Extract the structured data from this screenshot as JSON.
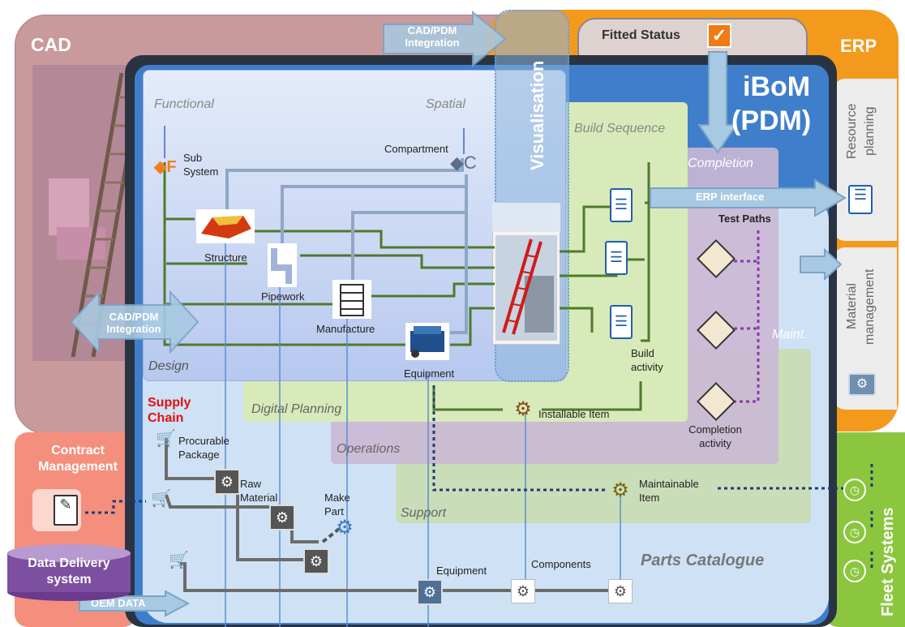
{
  "cad": {
    "title": "CAD"
  },
  "erp": {
    "title": "ERP",
    "resource_planning": "Resource planning",
    "material_management": "Material management"
  },
  "fleet": {
    "title": "Fleet Systems"
  },
  "contract": {
    "title": "Contract Management"
  },
  "data_delivery": {
    "title": "Data Delivery system"
  },
  "iboM": {
    "title_line1": "iBoM",
    "title_line2": "(PDM)"
  },
  "fitted_status": {
    "label": "Fitted Status"
  },
  "visualisation": {
    "label": "Visualisation"
  },
  "arrows": {
    "cad_pdm_top": "CAD/PDM Integration",
    "cad_pdm_left": "CAD/PDM Integration",
    "erp_interface": "ERP interface",
    "oem_data": "OEM DATA"
  },
  "design": {
    "functional": "Functional",
    "spatial": "Spatial",
    "design": "Design",
    "sub_system": "Sub System",
    "compartment": "Compartment",
    "structure": "Structure",
    "pipework": "Pipework",
    "manufacture": "Manufacture",
    "equipment": "Equipment"
  },
  "regions": {
    "build_sequence": "Build Sequence",
    "completion": "Completion",
    "digital_planning": "Digital Planning",
    "operations": "Operations",
    "support": "Support",
    "maint": "Maint.",
    "parts_catalogue": "Parts Catalogue",
    "supply_chain": "Supply Chain"
  },
  "nodes": {
    "test_paths": "Test Paths",
    "build_activity": "Build activity",
    "completion_activity": "Completion activity",
    "installable_item": "Installable Item",
    "maintainable_item": "Maintainable Item",
    "procurable_package": "Procurable Package",
    "raw_material": "Raw Material",
    "make_part": "Make Part",
    "equipment_pc": "Equipment",
    "components": "Components"
  },
  "colors": {
    "cad": "#c99a9a",
    "erp": "#f39a1d",
    "fleet": "#8cc63f",
    "contract": "#f28b7a",
    "iboM_frame": "#2a3342",
    "iboM_blue": "#3d7cc9",
    "green_line": "#5a7a2a",
    "purple_dot": "#8a3aa8"
  }
}
